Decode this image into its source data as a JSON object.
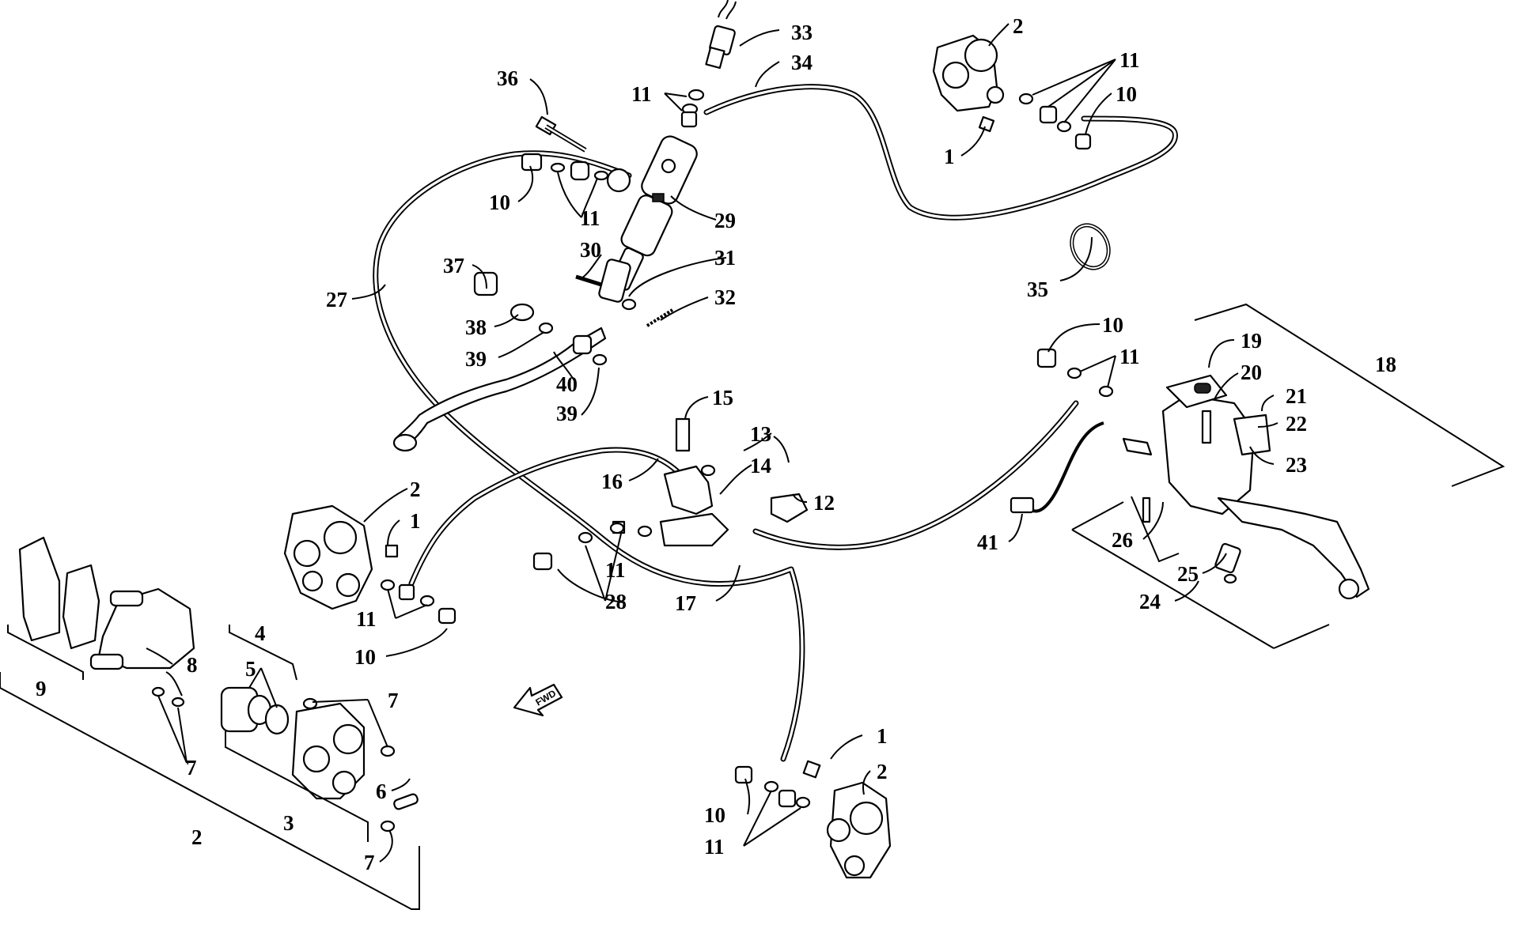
{
  "diagram": {
    "direction_arrow": {
      "label": "FWD"
    },
    "callouts": [
      {
        "id": "c33",
        "label": "33"
      },
      {
        "id": "c34",
        "label": "34"
      },
      {
        "id": "c36",
        "label": "36"
      },
      {
        "id": "c11a",
        "label": "11"
      },
      {
        "id": "c10a",
        "label": "10"
      },
      {
        "id": "c11b",
        "label": "11"
      },
      {
        "id": "c29",
        "label": "29"
      },
      {
        "id": "c30",
        "label": "30"
      },
      {
        "id": "c31",
        "label": "31"
      },
      {
        "id": "c37",
        "label": "37"
      },
      {
        "id": "c32",
        "label": "32"
      },
      {
        "id": "c38",
        "label": "38"
      },
      {
        "id": "c39a",
        "label": "39"
      },
      {
        "id": "c40",
        "label": "40"
      },
      {
        "id": "c39b",
        "label": "39"
      },
      {
        "id": "c27",
        "label": "27"
      },
      {
        "id": "c2a",
        "label": "2"
      },
      {
        "id": "c11c",
        "label": "11"
      },
      {
        "id": "c10b",
        "label": "10"
      },
      {
        "id": "c1a",
        "label": "1"
      },
      {
        "id": "c35",
        "label": "35"
      },
      {
        "id": "c10c",
        "label": "10"
      },
      {
        "id": "c11d",
        "label": "11"
      },
      {
        "id": "c19",
        "label": "19"
      },
      {
        "id": "c18",
        "label": "18"
      },
      {
        "id": "c20",
        "label": "20"
      },
      {
        "id": "c21",
        "label": "21"
      },
      {
        "id": "c22",
        "label": "22"
      },
      {
        "id": "c23",
        "label": "23"
      },
      {
        "id": "c15",
        "label": "15"
      },
      {
        "id": "c13",
        "label": "13"
      },
      {
        "id": "c14",
        "label": "14"
      },
      {
        "id": "c16",
        "label": "16"
      },
      {
        "id": "c12",
        "label": "12"
      },
      {
        "id": "c2b",
        "label": "2"
      },
      {
        "id": "c1b",
        "label": "1"
      },
      {
        "id": "c11e",
        "label": "11"
      },
      {
        "id": "c28",
        "label": "28"
      },
      {
        "id": "c17",
        "label": "17"
      },
      {
        "id": "c11f",
        "label": "11"
      },
      {
        "id": "c10d",
        "label": "10"
      },
      {
        "id": "c41",
        "label": "41"
      },
      {
        "id": "c26",
        "label": "26"
      },
      {
        "id": "c25",
        "label": "25"
      },
      {
        "id": "c24",
        "label": "24"
      },
      {
        "id": "c4",
        "label": "4"
      },
      {
        "id": "c5",
        "label": "5"
      },
      {
        "id": "c8",
        "label": "8"
      },
      {
        "id": "c9",
        "label": "9"
      },
      {
        "id": "c7a",
        "label": "7"
      },
      {
        "id": "c7b",
        "label": "7"
      },
      {
        "id": "c6",
        "label": "6"
      },
      {
        "id": "c3",
        "label": "3"
      },
      {
        "id": "c2c",
        "label": "2"
      },
      {
        "id": "c7c",
        "label": "7"
      },
      {
        "id": "c1c",
        "label": "1"
      },
      {
        "id": "c2d",
        "label": "2"
      },
      {
        "id": "c10e",
        "label": "10"
      },
      {
        "id": "c11g",
        "label": "11"
      }
    ]
  }
}
